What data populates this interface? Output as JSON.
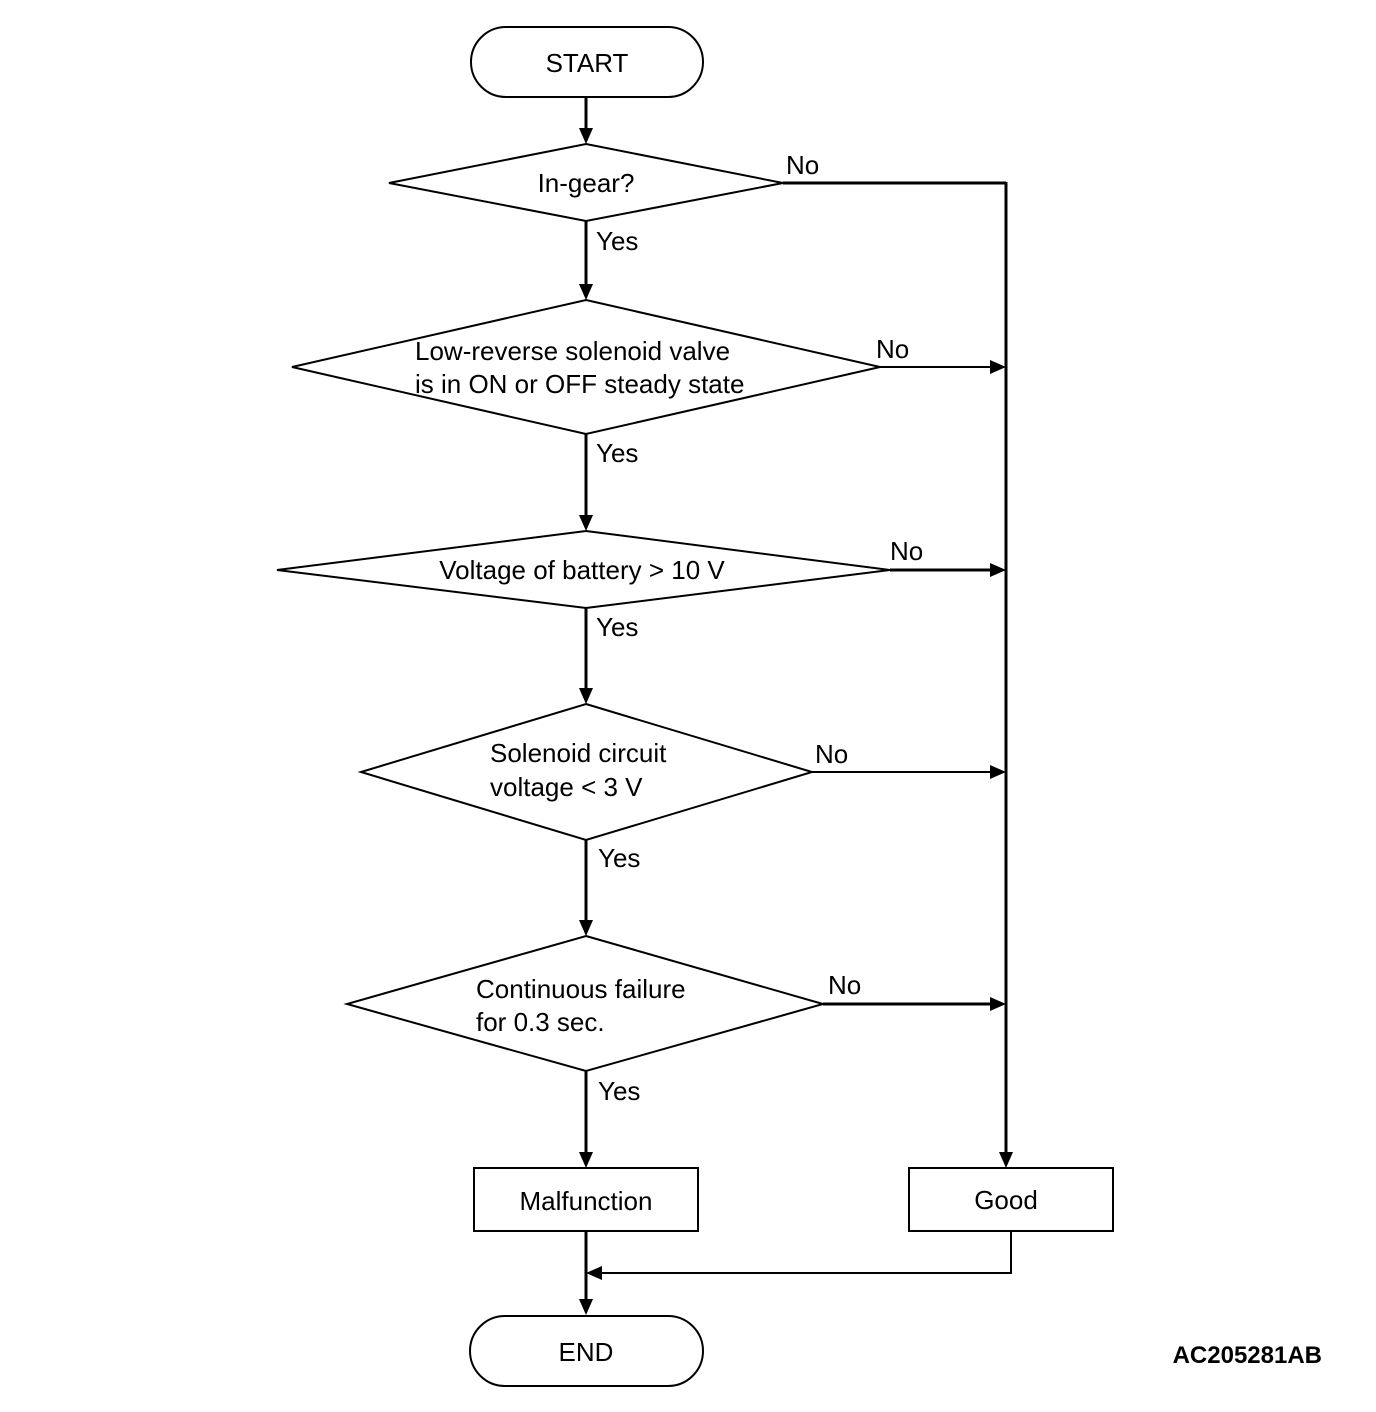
{
  "flowchart": {
    "start": "START",
    "end": "END",
    "decisions": [
      {
        "lines": [
          "In-gear?"
        ]
      },
      {
        "lines": [
          "Low-reverse solenoid valve",
          "is in ON or OFF steady state"
        ]
      },
      {
        "lines": [
          "Voltage of battery > 10 V"
        ]
      },
      {
        "lines": [
          "Solenoid circuit",
          "voltage < 3 V"
        ]
      },
      {
        "lines": [
          "Continuous failure",
          "for 0.3 sec."
        ]
      }
    ],
    "yes_label": "Yes",
    "no_label": "No",
    "malfunction": "Malfunction",
    "good": "Good"
  },
  "figure_ref": "AC205281AB"
}
